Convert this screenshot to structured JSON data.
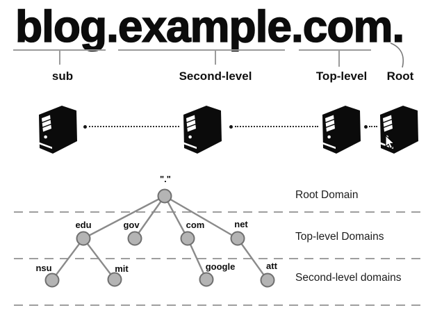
{
  "title": "blog.example.com.",
  "segments": [
    {
      "label": "sub"
    },
    {
      "label": "Second-level"
    },
    {
      "label": "Top-level"
    },
    {
      "label": "Root"
    }
  ],
  "servers": {
    "count": 4,
    "icon": "server-tower-icon",
    "connector_style": "dotted-line-with-lead-dot"
  },
  "tree": {
    "root": {
      "label": "\".\""
    },
    "tld": [
      {
        "label": "edu"
      },
      {
        "label": "gov"
      },
      {
        "label": "com"
      },
      {
        "label": "net"
      }
    ],
    "sld": [
      {
        "label": "nsu"
      },
      {
        "label": "mit"
      },
      {
        "label": "google"
      },
      {
        "label": "att"
      }
    ],
    "edges": [
      "root-edu",
      "root-gov",
      "root-com",
      "root-net",
      "edu-nsu",
      "edu-mit",
      "com-google",
      "net-att"
    ],
    "level_labels": [
      {
        "label": "Root Domain"
      },
      {
        "label": "Top-level Domains"
      },
      {
        "label": "Second-level domains"
      }
    ]
  },
  "colors": {
    "ink": "#0c0c0c",
    "bracket_gray": "#9b9b9b",
    "edge_gray": "#8a8a8a",
    "node_fill": "#b4b4b4",
    "node_border": "#6f6f6f",
    "dash_gray": "#9e9e9e"
  }
}
